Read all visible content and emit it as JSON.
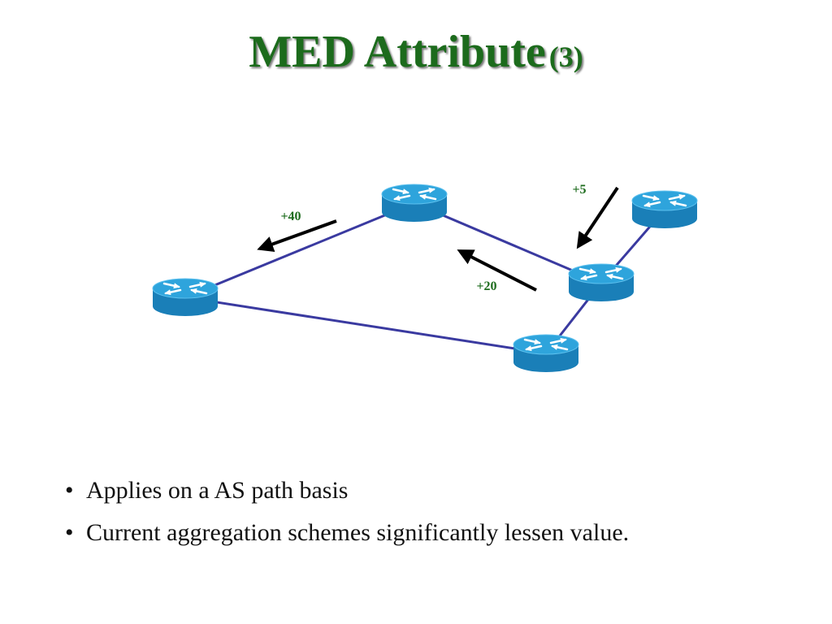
{
  "title": {
    "main": "MED Attribute",
    "sub": "(3)"
  },
  "colors": {
    "title": "#1c6b1c",
    "link": "#3a3aa0",
    "router_top": "#2ea4dc",
    "router_side": "#1a7fb8",
    "router_icon": "#ffffff",
    "arrow": "#000000",
    "label": "#1c6b1c"
  },
  "diagram": {
    "routers": [
      {
        "id": "r-top"
      },
      {
        "id": "r-left"
      },
      {
        "id": "r-bottom"
      },
      {
        "id": "r-mid-right"
      },
      {
        "id": "r-far-right"
      }
    ],
    "links": [
      {
        "from": "r-left",
        "to": "r-top"
      },
      {
        "from": "r-top",
        "to": "r-mid-right"
      },
      {
        "from": "r-left",
        "to": "r-bottom"
      },
      {
        "from": "r-bottom",
        "to": "r-mid-right"
      },
      {
        "from": "r-mid-right",
        "to": "r-far-right"
      }
    ],
    "med_labels": [
      {
        "id": "med-40",
        "text": "+40"
      },
      {
        "id": "med-20",
        "text": "+20"
      },
      {
        "id": "med-5",
        "text": "+5"
      }
    ],
    "router_icon": "router-icon"
  },
  "bullets": {
    "marker": "•",
    "items": [
      "Applies on a AS path basis",
      "Current aggregation schemes significantly lessen value."
    ]
  }
}
